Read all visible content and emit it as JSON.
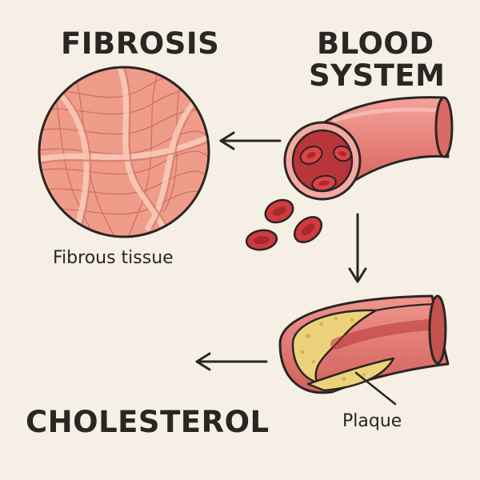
{
  "labels": {
    "fibrosis": "FIBROSIS",
    "blood_line1": "BLOOD",
    "blood_line2": "SYSTEM",
    "fibrous_tissue": "Fibrous tissue",
    "cholesterol": "CHOLESTEROL",
    "plaque": "Plaque"
  },
  "colors": {
    "background": "#f6efe6",
    "outline": "#2b2523",
    "vessel_wall": "#e8837b",
    "vessel_inner": "#b8353a",
    "red_cell": "#cf3b3e",
    "plaque": "#ecd27a",
    "tissue": "#ef9d8a"
  }
}
